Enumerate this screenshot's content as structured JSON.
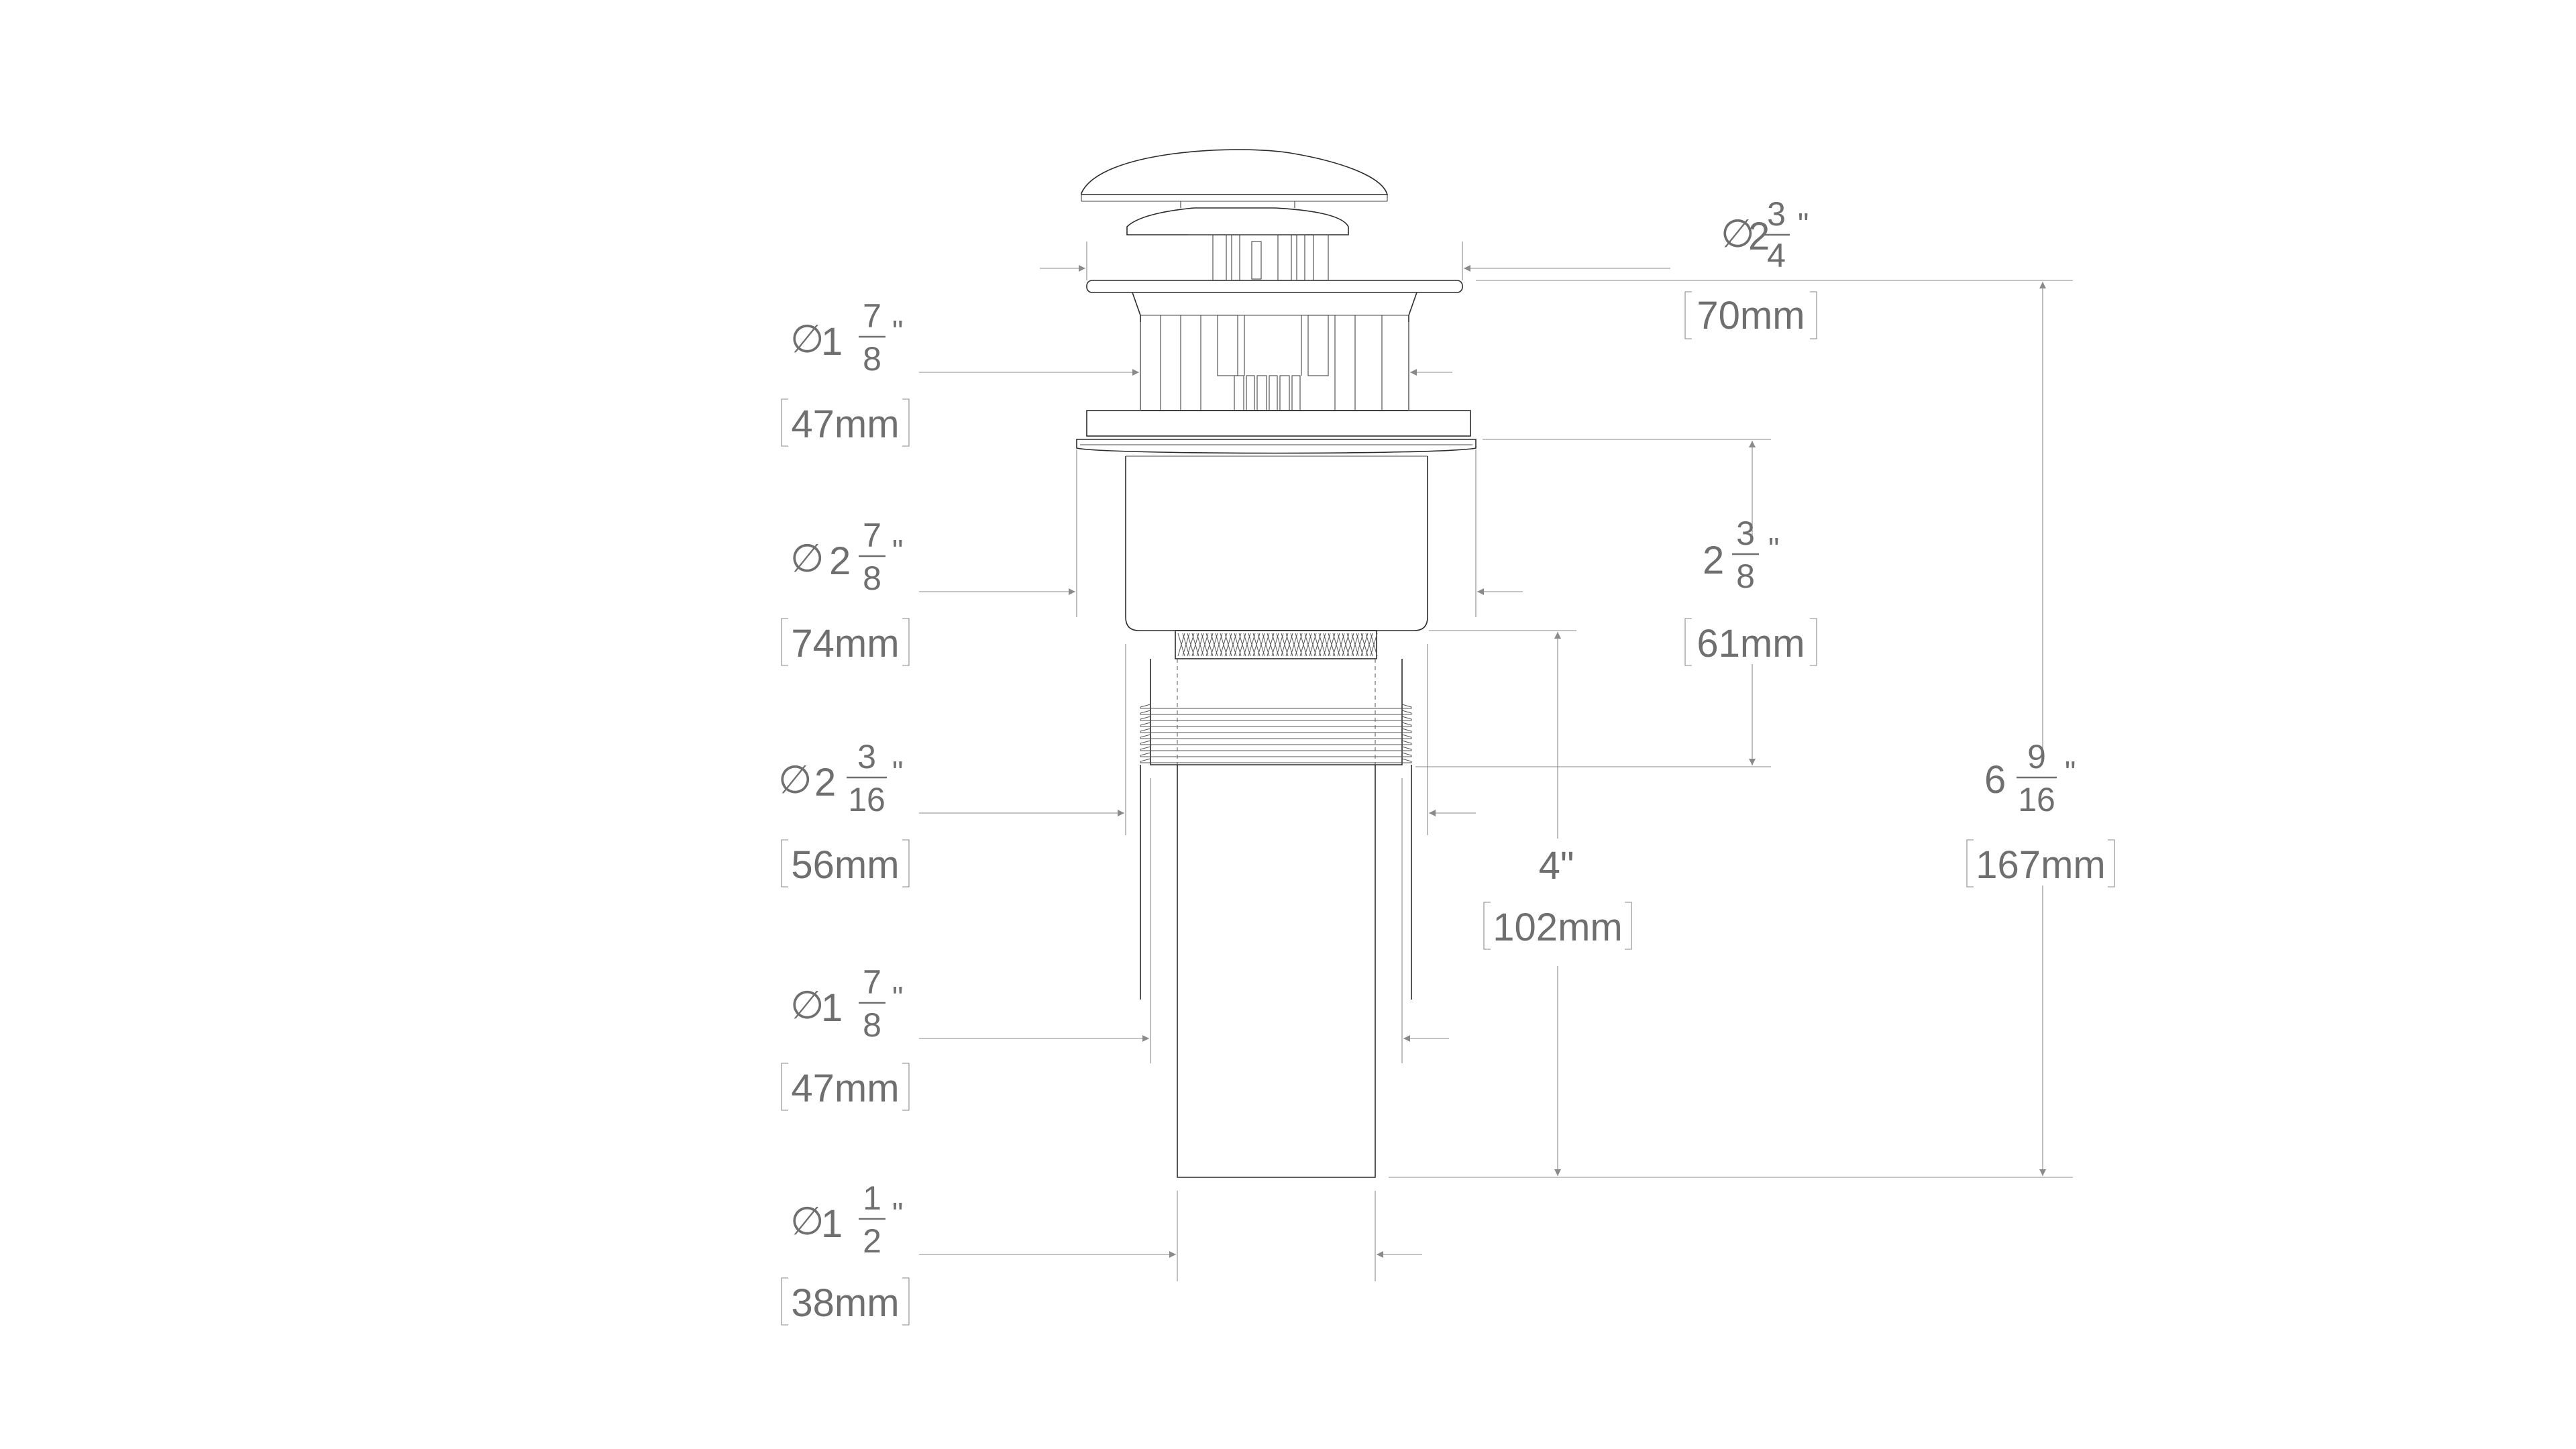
{
  "colors": {
    "drawing": "#2b2b2b",
    "dimension": "#8a8a8a",
    "label": "#6f6f6f",
    "background": "#ffffff"
  },
  "dimensions": {
    "cap_diameter": {
      "whole": "2",
      "num": "3",
      "den": "4",
      "mark": "\"",
      "metric": "70mm"
    },
    "body_diameter": {
      "whole": "1",
      "num": "7",
      "den": "8",
      "mark": "\"",
      "metric": "47mm"
    },
    "flange_diameter": {
      "whole": "2",
      "num": "7",
      "den": "8",
      "mark": "\"",
      "metric": "74mm"
    },
    "thread_diameter": {
      "whole": "2",
      "num": "3",
      "den": "16",
      "mark": "\"",
      "metric": "56mm"
    },
    "tube_diameter": {
      "whole": "1",
      "num": "7",
      "den": "8",
      "mark": "\"",
      "metric": "47mm"
    },
    "tail_diameter": {
      "whole": "1",
      "num": "1",
      "den": "2",
      "mark": "\"",
      "metric": "38mm"
    },
    "flange_height": {
      "whole": "2",
      "num": "3",
      "den": "8",
      "mark": "\"",
      "metric": "61mm"
    },
    "tail_length": {
      "text": "4\"",
      "metric": "102mm"
    },
    "overall_height": {
      "whole": "6",
      "num": "9",
      "den": "16",
      "mark": "\"",
      "metric": "167mm"
    }
  },
  "symbols": {
    "diameter": "∅"
  }
}
